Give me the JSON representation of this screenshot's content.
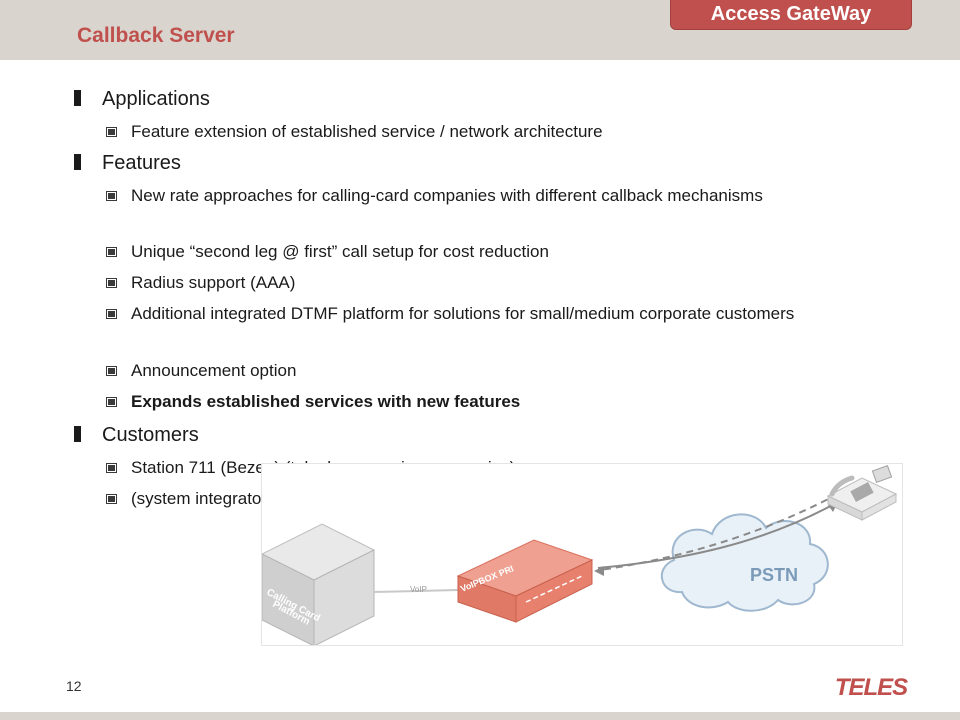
{
  "header": {
    "title": "Callback Server",
    "brand_tab": "Access GateWay"
  },
  "sections": [
    {
      "heading": "Applications",
      "items": [
        {
          "text": "Feature extension of established service / network architecture",
          "bold": false
        }
      ]
    },
    {
      "heading": "Features",
      "items": [
        {
          "text": "New rate approaches for calling-card companies with different callback mechanisms",
          "bold": false
        },
        {
          "text": "Unique “second leg @ first” call setup for cost reduction",
          "bold": false
        },
        {
          "text": "Radius support (AAA)",
          "bold": false
        },
        {
          "text": "Additional integrated DTMF platform for solutions for small/medium corporate customers",
          "bold": false
        },
        {
          "text": "Announcement option",
          "bold": false
        },
        {
          "text": "Expands established services with new features",
          "bold": true
        }
      ]
    },
    {
      "heading": "Customers",
      "items": [
        {
          "text": "Station 711 (Bezeq) (telephony service companies)",
          "bold": false
        },
        {
          "text": "(system integrators)",
          "bold": false
        }
      ]
    }
  ],
  "diagram": {
    "platform_label_line1": "Calling Card",
    "platform_label_line2": "Platform",
    "link_label": "VoIP",
    "device_label": "VoIPBOX PRI",
    "cloud_label": "PSTN"
  },
  "footer": {
    "page_number": "12",
    "logo_text": "TELES"
  },
  "colors": {
    "accent": "#c0504d",
    "header_band": "#d9d4cd",
    "device": "#e8806e",
    "cloud": "#e8f0f8"
  }
}
